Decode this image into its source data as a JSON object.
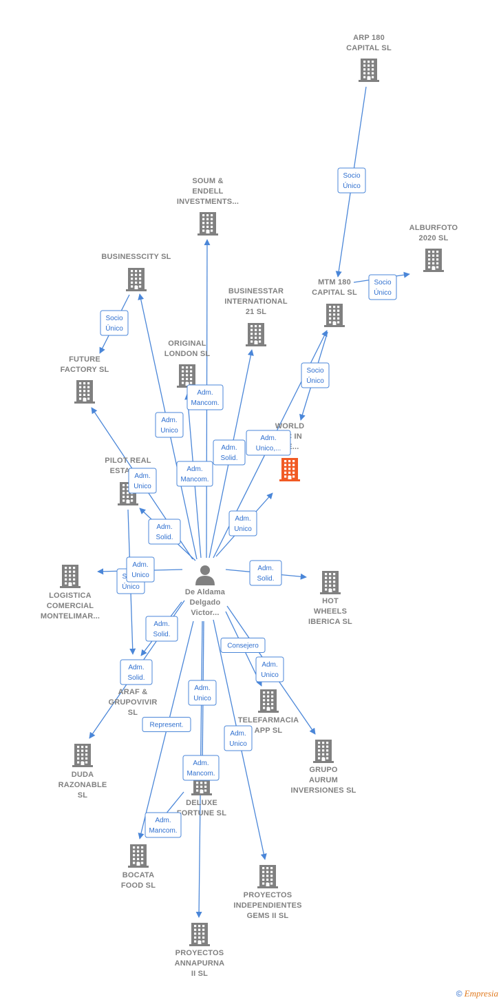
{
  "person": {
    "id": "person",
    "label": [
      "De Aldama",
      "Delgado",
      "Victor..."
    ]
  },
  "nodes": [
    {
      "id": "arp",
      "label": [
        "ARP 180",
        "CAPITAL  SL"
      ]
    },
    {
      "id": "soum",
      "label": [
        "SOUM &",
        "ENDELL",
        "INVESTMENTS..."
      ]
    },
    {
      "id": "alburfoto",
      "label": [
        "ALBURFOTO",
        "2020  SL"
      ]
    },
    {
      "id": "businesscity",
      "label": [
        "BUSINESSCITY SL"
      ]
    },
    {
      "id": "mtm",
      "label": [
        "MTM 180",
        "CAPITAL  SL"
      ]
    },
    {
      "id": "businesstar",
      "label": [
        "BUSINESSTAR",
        "INTERNATIONAL",
        "21  SL"
      ]
    },
    {
      "id": "original",
      "label": [
        "ORIGINAL",
        "LONDON  SL"
      ]
    },
    {
      "id": "future",
      "label": [
        "FUTURE",
        "FACTORY  SL"
      ]
    },
    {
      "id": "world",
      "label": [
        "WORLD",
        "...IC IN",
        "...E..."
      ],
      "highlight": true
    },
    {
      "id": "pilot",
      "label": [
        "PILOT REAL",
        "ESTATE..."
      ]
    },
    {
      "id": "logistica",
      "label": [
        "LOGISTICA",
        "COMERCIAL",
        "MONTELIMAR..."
      ]
    },
    {
      "id": "hotwheels",
      "label": [
        "HOT",
        "WHEELS",
        "IBERICA  SL"
      ]
    },
    {
      "id": "araf",
      "label": [
        "ARAF &",
        "GRUPOVIVIR",
        "SL"
      ]
    },
    {
      "id": "telefarmacia",
      "label": [
        "TELEFARMACIA",
        "APP  SL"
      ]
    },
    {
      "id": "duda",
      "label": [
        "DUDA",
        "RAZONABLE",
        "SL"
      ]
    },
    {
      "id": "grupo",
      "label": [
        "GRUPO",
        "AURUM",
        "INVERSIONES SL"
      ]
    },
    {
      "id": "deluxe",
      "label": [
        "DELUXE",
        "FORTUNE SL"
      ]
    },
    {
      "id": "bocata",
      "label": [
        "BOCATA",
        "FOOD SL"
      ]
    },
    {
      "id": "gems",
      "label": [
        "PROYECTOS",
        "INDEPENDIENTES",
        "GEMS II  SL"
      ]
    },
    {
      "id": "annapurna",
      "label": [
        "PROYECTOS",
        "ANNAPURNA",
        "II  SL"
      ]
    }
  ],
  "edges": [
    {
      "from": "arp",
      "to": "mtm",
      "label": [
        "Socio",
        "Único"
      ]
    },
    {
      "from": "mtm",
      "to": "alburfoto",
      "label": [
        "Socio",
        "Único"
      ]
    },
    {
      "from": "mtm",
      "to": "world",
      "label": [
        "Socio",
        "Único"
      ]
    },
    {
      "from": "businesscity",
      "to": "future",
      "label": [
        "Socio",
        "Único"
      ]
    },
    {
      "from": "pilot",
      "to": "araf",
      "label": [
        "Socio",
        "Único"
      ]
    },
    {
      "from": "person",
      "to": "soum",
      "label": [
        "Adm.",
        "Mancom."
      ]
    },
    {
      "from": "person",
      "to": "businesscity",
      "label": [
        "Adm.",
        "Unico"
      ]
    },
    {
      "from": "person",
      "to": "businesstar",
      "label": [
        "Adm.",
        "Solid."
      ]
    },
    {
      "from": "person",
      "to": "mtm",
      "label": [
        "Adm.",
        "Unico,..."
      ]
    },
    {
      "from": "person",
      "to": "original",
      "label": [
        "Adm.",
        "Mancom."
      ]
    },
    {
      "from": "person",
      "to": "future",
      "label": [
        "Adm.",
        "Unico"
      ]
    },
    {
      "from": "person",
      "to": "world",
      "label": [
        "Adm.",
        "Unico"
      ]
    },
    {
      "from": "person",
      "to": "pilot",
      "label": [
        "Adm.",
        "Solid."
      ]
    },
    {
      "from": "person",
      "to": "logistica",
      "label": [
        "Adm.",
        "Unico"
      ]
    },
    {
      "from": "person",
      "to": "hotwheels",
      "label": [
        "Adm.",
        "Solid."
      ]
    },
    {
      "from": "person",
      "to": "araf",
      "label": [
        "Adm.",
        "Solid."
      ]
    },
    {
      "from": "person",
      "to": "telefarmacia",
      "label": [
        "Consejero"
      ]
    },
    {
      "from": "person",
      "to": "grupo",
      "label": [
        "Adm.",
        "Unico"
      ]
    },
    {
      "from": "person",
      "to": "duda",
      "label": [
        "Adm.",
        "Solid."
      ]
    },
    {
      "from": "person",
      "to": "deluxe",
      "label": [
        "Adm.",
        "Unico"
      ]
    },
    {
      "from": "person",
      "to": "bocata",
      "label": [
        "Represent."
      ]
    },
    {
      "from": "person",
      "to": "gems",
      "label": [
        "Adm.",
        "Unico"
      ]
    },
    {
      "from": "person",
      "to": "annapurna",
      "label": [
        "Adm.",
        "Mancom."
      ]
    },
    {
      "from": "deluxe",
      "to": "bocata",
      "label": [
        "Adm.",
        "Mancom."
      ]
    }
  ],
  "colors": {
    "edge": "#4a86d8",
    "building": "#808080",
    "highlight": "#f15a24",
    "person": "#808080"
  },
  "footer": {
    "copyright": "©",
    "brand": "Empresia"
  }
}
